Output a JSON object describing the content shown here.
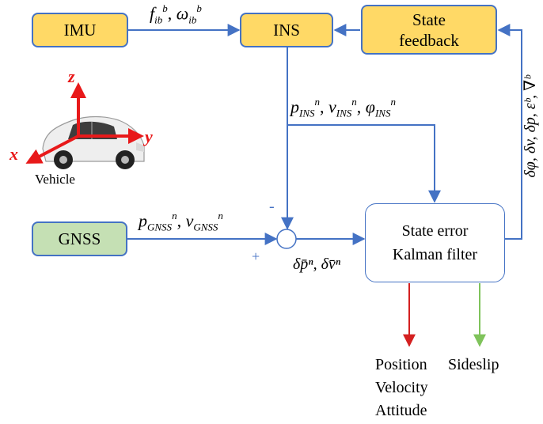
{
  "blocks": {
    "imu": "IMU",
    "ins": "INS",
    "state_feedback": [
      "State",
      "feedback"
    ],
    "gnss": "GNSS",
    "kalman": [
      "State error",
      "Kalman filter"
    ]
  },
  "labels": {
    "imu_ins": {
      "f": "f",
      "f_sub": "ib",
      "f_sup": "b",
      "sep": ", ",
      "w": "ω",
      "w_sub": "ib",
      "w_sup": "b"
    },
    "ins_out": {
      "p": "p",
      "p_sub": "INS",
      "p_sup": "n",
      "sep1": ", ",
      "v": "v",
      "v_sub": "INS",
      "v_sup": "n",
      "sep2": ", ",
      "phi": "φ",
      "phi_sub": "INS",
      "phi_sup": "n"
    },
    "gnss_out": {
      "p": "p",
      "p_sub": "GNSS",
      "p_sup": "n",
      "sep": ", ",
      "v": "v",
      "v_sub": "GNSS",
      "v_sup": "n"
    },
    "residual": "δp̄ⁿ, δv̄ⁿ",
    "feedback": "δφ, δv, δp, εᵇ, ∇ᵇ",
    "minus": "-",
    "plus": "+",
    "vehicle": "Vehicle",
    "axis_x": "x",
    "axis_y": "y",
    "axis_z": "z"
  },
  "outputs": {
    "left": [
      "Position",
      "Velocity",
      "Attitude"
    ],
    "right": "Sideslip"
  },
  "colors": {
    "line": "#4472C4",
    "block_fill": "#FFD966",
    "gnss_fill": "#C5E0B4",
    "axis": "#E8191A",
    "out_left": "#D42020",
    "out_right": "#7FC35B"
  }
}
